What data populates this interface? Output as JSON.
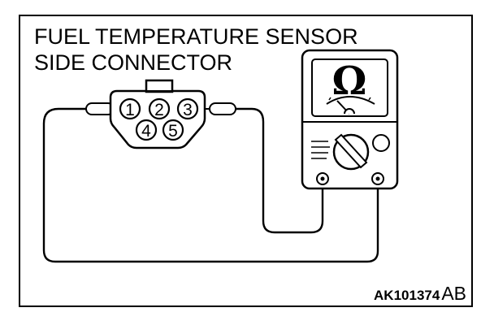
{
  "title_line1": "FUEL TEMPERATURE SENSOR",
  "title_line2": "SIDE CONNECTOR",
  "connector": {
    "pins": [
      "1",
      "2",
      "3",
      "4",
      "5"
    ]
  },
  "meter": {
    "symbol": "Ω"
  },
  "figure_code": {
    "main": "AK101374",
    "suffix": "AB"
  }
}
